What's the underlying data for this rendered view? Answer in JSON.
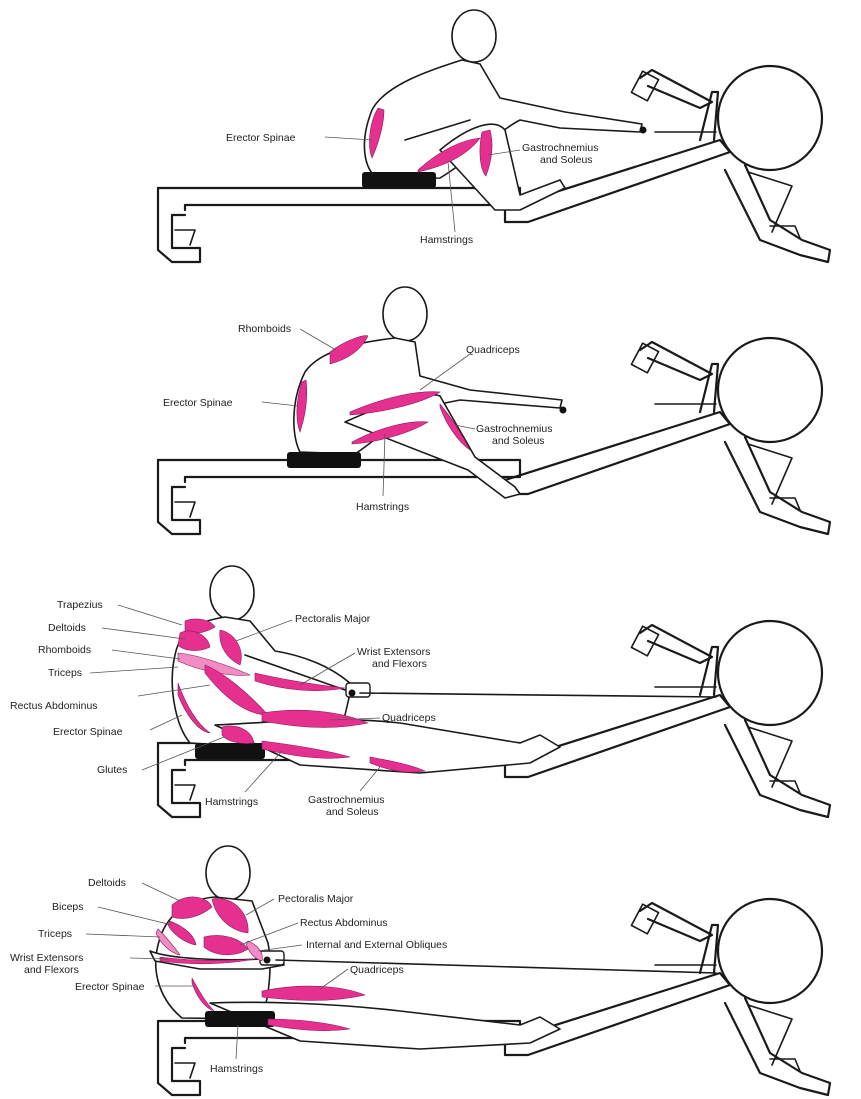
{
  "colors": {
    "muscle": "#e6308f",
    "muscle_light": "#f28cc4",
    "ink": "#1a1a1a",
    "background": "#ffffff"
  },
  "stages": [
    {
      "id": "catch",
      "labels": [
        {
          "key": "erector-spinae",
          "lines": [
            "Erector Spinae"
          ]
        },
        {
          "key": "gastrocnemius-soleus",
          "lines": [
            "Gastrochnemius",
            "and Soleus"
          ]
        },
        {
          "key": "hamstrings",
          "lines": [
            "Hamstrings"
          ]
        }
      ]
    },
    {
      "id": "early-drive",
      "labels": [
        {
          "key": "rhomboids",
          "lines": [
            "Rhomboids"
          ]
        },
        {
          "key": "quadriceps",
          "lines": [
            "Quadriceps"
          ]
        },
        {
          "key": "erector-spinae",
          "lines": [
            "Erector Spinae"
          ]
        },
        {
          "key": "gastrocnemius-soleus",
          "lines": [
            "Gastrochnemius",
            "and Soleus"
          ]
        },
        {
          "key": "hamstrings",
          "lines": [
            "Hamstrings"
          ]
        }
      ]
    },
    {
      "id": "late-drive",
      "labels": [
        {
          "key": "trapezius",
          "lines": [
            "Trapezius"
          ]
        },
        {
          "key": "deltoids",
          "lines": [
            "Deltoids"
          ]
        },
        {
          "key": "rhomboids",
          "lines": [
            "Rhomboids"
          ]
        },
        {
          "key": "triceps",
          "lines": [
            "Triceps"
          ]
        },
        {
          "key": "rectus-abdominus",
          "lines": [
            "Rectus Abdominus"
          ]
        },
        {
          "key": "erector-spinae",
          "lines": [
            "Erector Spinae"
          ]
        },
        {
          "key": "glutes",
          "lines": [
            "Glutes"
          ]
        },
        {
          "key": "pectoralis-major",
          "lines": [
            "Pectoralis Major"
          ]
        },
        {
          "key": "wrist-extensors-flexors",
          "lines": [
            "Wrist Extensors",
            "and Flexors"
          ]
        },
        {
          "key": "quadriceps",
          "lines": [
            "Quadriceps"
          ]
        },
        {
          "key": "hamstrings",
          "lines": [
            "Hamstrings"
          ]
        },
        {
          "key": "gastrocnemius-soleus",
          "lines": [
            "Gastrochnemius",
            "and Soleus"
          ]
        }
      ]
    },
    {
      "id": "finish",
      "labels": [
        {
          "key": "deltoids",
          "lines": [
            "Deltoids"
          ]
        },
        {
          "key": "biceps",
          "lines": [
            "Biceps"
          ]
        },
        {
          "key": "triceps",
          "lines": [
            "Triceps"
          ]
        },
        {
          "key": "wrist-extensors-flexors",
          "lines": [
            "Wrist Extensors",
            "and Flexors"
          ]
        },
        {
          "key": "erector-spinae",
          "lines": [
            "Erector Spinae"
          ]
        },
        {
          "key": "pectoralis-major",
          "lines": [
            "Pectoralis Major"
          ]
        },
        {
          "key": "rectus-abdominus",
          "lines": [
            "Rectus Abdominus"
          ]
        },
        {
          "key": "internal-external-obliques",
          "lines": [
            "Internal and External Obliques"
          ]
        },
        {
          "key": "quadriceps",
          "lines": [
            "Quadriceps"
          ]
        },
        {
          "key": "hamstrings",
          "lines": [
            "Hamstrings"
          ]
        }
      ]
    }
  ]
}
